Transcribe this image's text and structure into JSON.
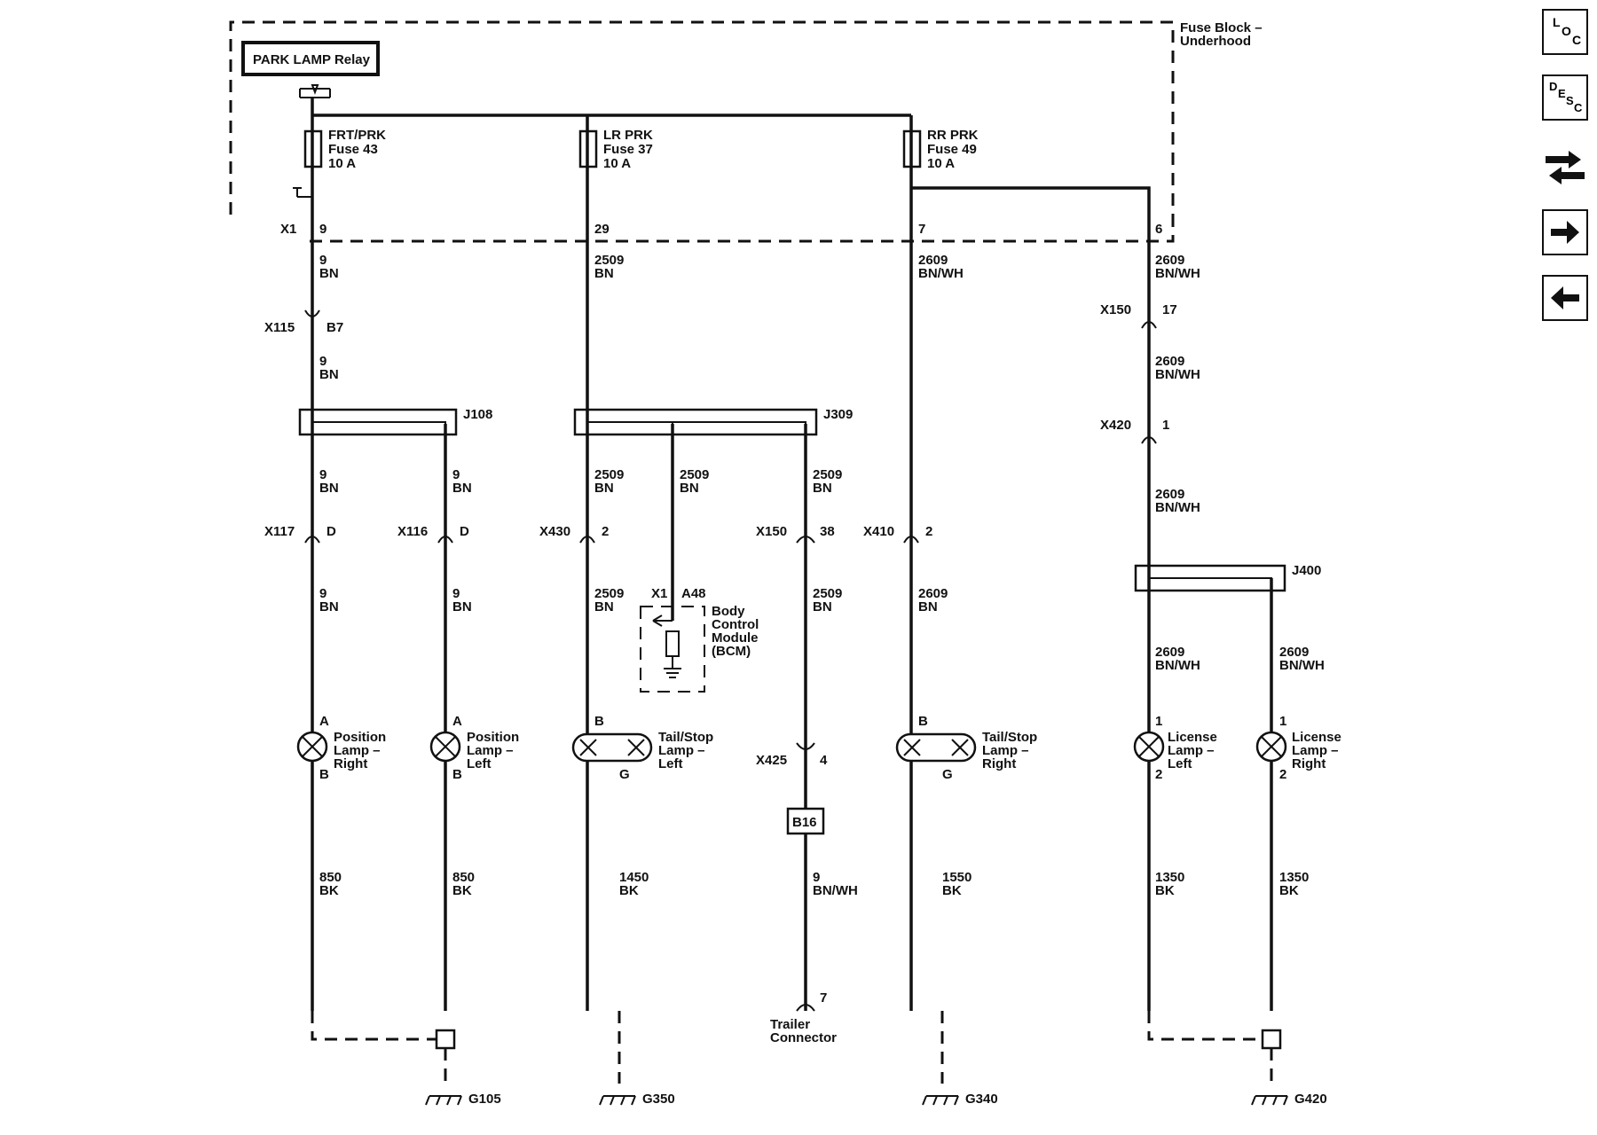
{
  "fuse_block": {
    "title": "Fuse Block –\nUnderhood",
    "relay": "PARK LAMP Relay",
    "connector": "X1",
    "fuses": [
      {
        "name": "FRT/PRK",
        "fuse": "Fuse 43",
        "rating": "10 A",
        "pin": "9"
      },
      {
        "name": "LR PRK",
        "fuse": "Fuse 37",
        "rating": "10 A",
        "pin": "29"
      },
      {
        "name": "RR PRK",
        "fuse": "Fuse 49",
        "rating": "10 A",
        "pin": "7"
      }
    ],
    "extra_pin": "6"
  },
  "wires": {
    "w9": "9\nBN",
    "w2509": "2509\nBN",
    "w2609": "2609\nBN",
    "w2609wh": "2609\nBN/WH",
    "w9wh": "9\nBN/WH",
    "w850": "850\nBK",
    "w1450": "1450\nBK",
    "w1550": "1550\nBK",
    "w1350": "1350\nBK"
  },
  "connectors": {
    "x115": "X115",
    "x115_pin": "B7",
    "x117": "X117",
    "x117_pin": "D",
    "x116": "X116",
    "x116_pin": "D",
    "x430": "X430",
    "x430_pin": "2",
    "x150a": "X150",
    "x150a_pin": "38",
    "x410": "X410",
    "x410_pin": "2",
    "x150b": "X150",
    "x150b_pin": "17",
    "x420": "X420",
    "x420_pin": "1",
    "x425": "X425",
    "x425_pin": "4",
    "trailer_pin": "7"
  },
  "splices": {
    "j108": "J108",
    "j309": "J309",
    "j400": "J400"
  },
  "bcm": {
    "connector": "X1",
    "pin": "A48",
    "label": "Body\nControl\nModule\n(BCM)"
  },
  "component_b16": "B16",
  "lamps": [
    {
      "label": "Position\nLamp –\nRight",
      "pin_top": "A",
      "pin_bottom": "B"
    },
    {
      "label": "Position\nLamp –\nLeft",
      "pin_top": "A",
      "pin_bottom": "B"
    },
    {
      "label": "Tail/Stop\nLamp –\nLeft",
      "pin_top": "B",
      "pin_bottom": "G"
    },
    {
      "label": "Tail/Stop\nLamp –\nRight",
      "pin_top": "B",
      "pin_bottom": "G"
    },
    {
      "label": "License\nLamp –\nLeft",
      "pin_top": "1",
      "pin_bottom": "2"
    },
    {
      "label": "License\nLamp –\nRight",
      "pin_top": "1",
      "pin_bottom": "2"
    }
  ],
  "trailer_connector": "Trailer\nConnector",
  "grounds": [
    "G105",
    "G350",
    "G340",
    "G420"
  ],
  "nav": {
    "loc": "L O C",
    "desc": "D E S C"
  }
}
